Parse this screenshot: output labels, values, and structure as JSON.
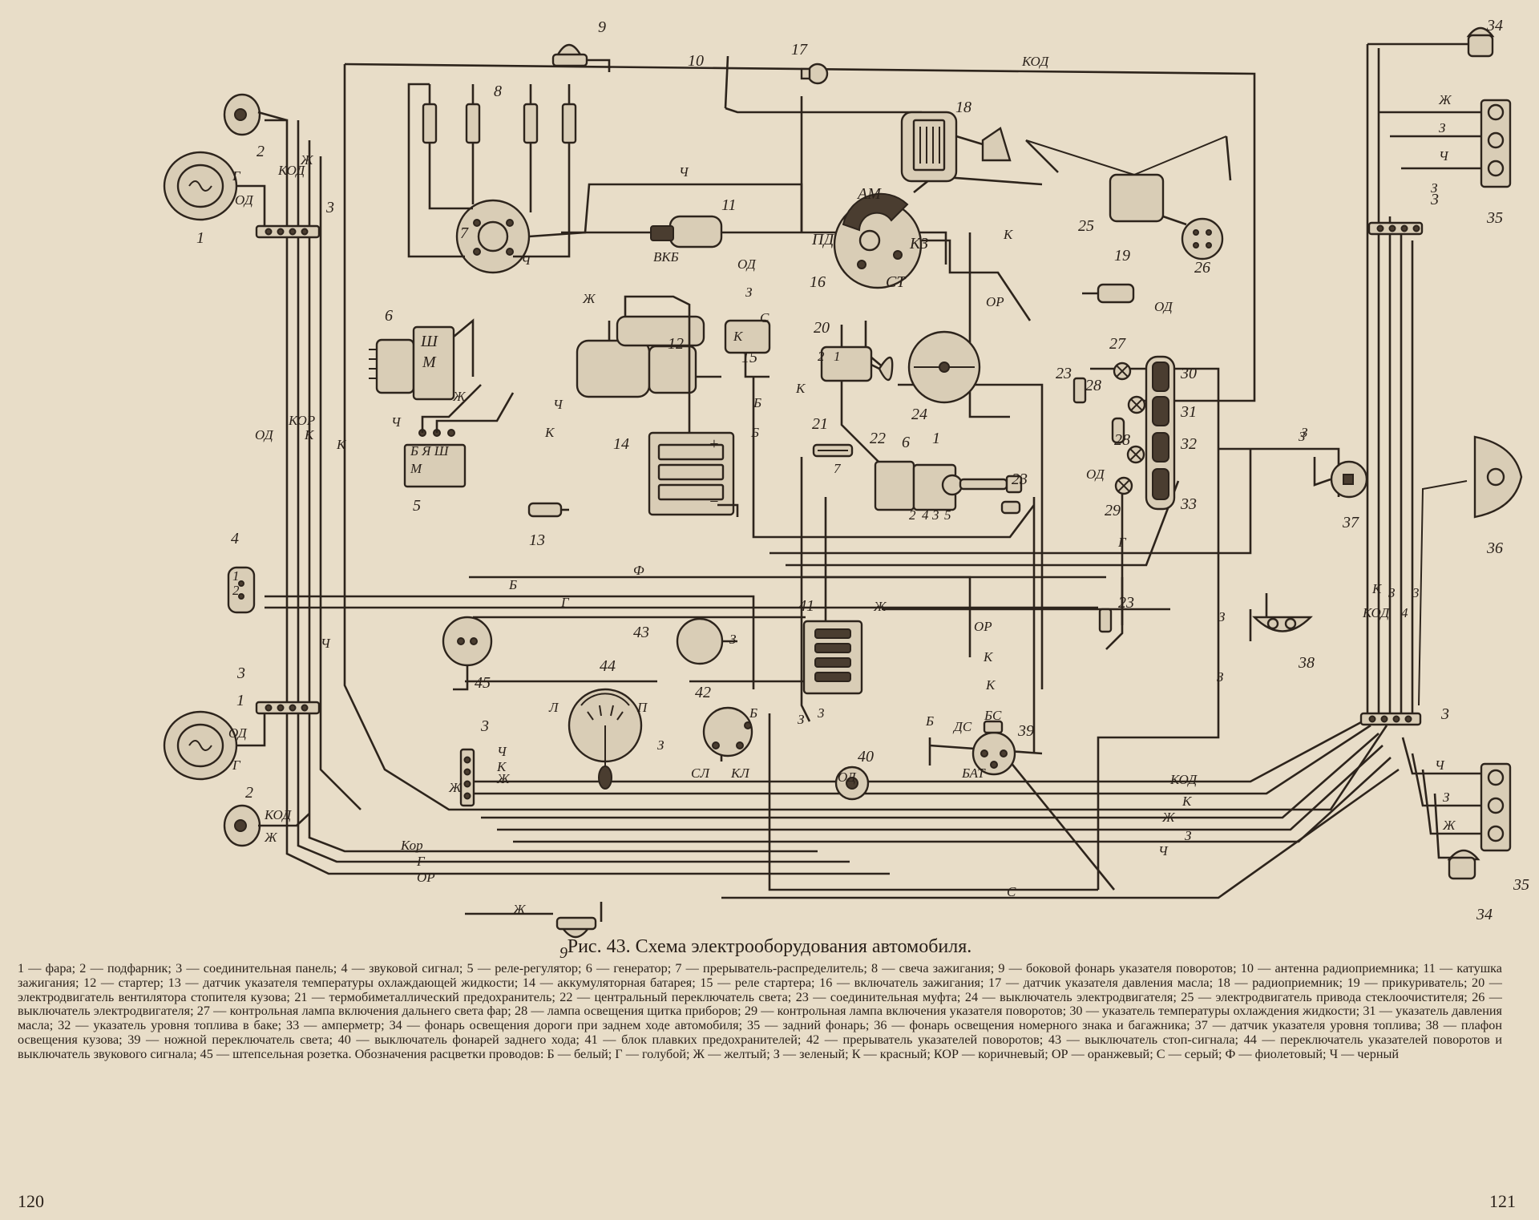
{
  "figure": {
    "caption": "Рис. 43. Схема электрооборудования автомобиля.",
    "legend": "1 — фара; 2 — подфарник; 3 — соединительная панель; 4 — звуковой сигнал; 5 — реле-регулятор; 6 — генератор; 7 — прерыватель-распределитель; 8 — свеча зажигания; 9 — боковой фонарь указателя поворотов; 10 — антенна радиоприемника; 11 — катушка зажигания; 12 — стартер; 13 — датчик указателя температуры охлаждающей жидкости; 14 — аккумуляторная батарея; 15 — реле стартера; 16 — включатель зажигания; 17 — датчик указателя давления масла; 18 — радиоприемник; 19 — прикуриватель; 20 — электродвигатель вентилятора стопителя кузова; 21 — термобиметаллический предохранитель; 22 — центральный переключатель света; 23 — соединительная муфта; 24 — выключатель электродвигателя; 25 — электродвигатель привода стеклоочистителя; 26 — выключатель электродвигателя; 27 — контрольная лампа включения дальнего света фар; 28 — лампа освещения щитка приборов; 29 — контрольная лампа включения указателя поворотов; 30 — указатель температуры охлаждения жидкости; 31 — указатель давления масла; 32 — указатель уровня топлива в баке; 33 — амперметр; 34 — фонарь освещения дороги при заднем ходе автомобиля; 35 — задний фонарь; 36 — фонарь освещения номерного знака и багажника; 37 — датчик указателя уровня топлива; 38 — плафон освещения кузова; 39 — ножной переключатель света; 40 — выключатель фонарей заднего хода; 41 — блок плавких предохранителей; 42 — прерыватель указателей поворотов; 43 — выключатель стоп-сигнала; 44 — переключатель указателей поворотов и выключатель звукового сигнала; 45 — штепсельная розетка. Обозначения расцветки проводов: Б — белый; Г — голубой; Ж — желтый; З — зеленый; К — красный; КОР — коричневый; ОР — оранжевый; С — серый; Ф — фиолетовый; Ч — черный",
    "page_left": "120",
    "page_right": "121"
  },
  "components": [
    {
      "number": "1",
      "name": "фара"
    },
    {
      "number": "2",
      "name": "подфарник"
    },
    {
      "number": "3",
      "name": "соединительная панель"
    },
    {
      "number": "4",
      "name": "звуковой сигнал"
    },
    {
      "number": "5",
      "name": "реле-регулятор"
    },
    {
      "number": "6",
      "name": "генератор"
    },
    {
      "number": "7",
      "name": "прерыватель-распределитель"
    },
    {
      "number": "8",
      "name": "свеча зажигания"
    },
    {
      "number": "9",
      "name": "боковой фонарь указателя поворотов"
    },
    {
      "number": "10",
      "name": "антенна радиоприемника"
    },
    {
      "number": "11",
      "name": "катушка зажигания"
    },
    {
      "number": "12",
      "name": "стартер"
    },
    {
      "number": "13",
      "name": "датчик указателя температуры охлаждающей жидкости"
    },
    {
      "number": "14",
      "name": "аккумуляторная батарея"
    },
    {
      "number": "15",
      "name": "реле стартера"
    },
    {
      "number": "16",
      "name": "включатель зажигания"
    },
    {
      "number": "17",
      "name": "датчик указателя давления масла"
    },
    {
      "number": "18",
      "name": "радиоприемник"
    },
    {
      "number": "19",
      "name": "прикуриватель"
    },
    {
      "number": "20",
      "name": "электродвигатель вентилятора стопителя кузова"
    },
    {
      "number": "21",
      "name": "термобиметаллический предохранитель"
    },
    {
      "number": "22",
      "name": "центральный переключатель света"
    },
    {
      "number": "23",
      "name": "соединительная муфта"
    },
    {
      "number": "24",
      "name": "выключатель электродвигателя"
    },
    {
      "number": "25",
      "name": "электродвигатель привода стеклоочистителя"
    },
    {
      "number": "26",
      "name": "выключатель электродвигателя"
    },
    {
      "number": "27",
      "name": "контрольная лампа включения дальнего света фар"
    },
    {
      "number": "28",
      "name": "лампа освещения щитка приборов"
    },
    {
      "number": "29",
      "name": "контрольная лампа включения указателя поворотов"
    },
    {
      "number": "30",
      "name": "указатель температуры охлаждения жидкости"
    },
    {
      "number": "31",
      "name": "указатель давления масла"
    },
    {
      "number": "32",
      "name": "указатель уровня топлива в баке"
    },
    {
      "number": "33",
      "name": "амперметр"
    },
    {
      "number": "34",
      "name": "фонарь освещения дороги при заднем ходе автомобиля"
    },
    {
      "number": "35",
      "name": "задний фонарь"
    },
    {
      "number": "36",
      "name": "фонарь освещения номерного знака и багажника"
    },
    {
      "number": "37",
      "name": "датчик указателя уровня топлива"
    },
    {
      "number": "38",
      "name": "плафон освещения кузова"
    },
    {
      "number": "39",
      "name": "ножной переключатель света"
    },
    {
      "number": "40",
      "name": "выключатель фонарей заднего хода"
    },
    {
      "number": "41",
      "name": "блок плавких предохранителей"
    },
    {
      "number": "42",
      "name": "прерыватель указателей поворотов"
    },
    {
      "number": "43",
      "name": "выключатель стоп-сигнала"
    },
    {
      "number": "44",
      "name": "переключатель указателей поворотов и выключатель звукового сигнала"
    },
    {
      "number": "45",
      "name": "штепсельная розетка"
    }
  ],
  "terminal_labels": {
    "am": "АМ",
    "pd": "ПД",
    "kz": "КЗ",
    "st": "СТ",
    "vkb": "ВКБ",
    "sh": "Ш",
    "m": "М",
    "bya": "Б Я Ш",
    "m1": "М",
    "plus": "+",
    "minus": "−",
    "k15": "К",
    "s15": "С",
    "l44": "Л",
    "p44": "П",
    "sl": "СЛ",
    "kl": "КЛ",
    "b42": "Б",
    "ds": "ДС",
    "bs": "БС",
    "bat": "БАТ",
    "n1": "1",
    "n2": "2",
    "n3": "3",
    "n4": "4",
    "n5": "5",
    "n6": "6",
    "n7": "7"
  },
  "wire_labels": {
    "kod_top": "КОД",
    "od_top": "ОД",
    "or_a": "ОР",
    "or_b": "ОР",
    "k_a": "К",
    "k_b": "К",
    "ch_a": "Ч",
    "ch_b": "Ч",
    "ch_c": "Ч",
    "zh_a": "Ж",
    "zh_b": "Ж",
    "zh_c": "Ж",
    "kod_l1": "КОД",
    "zh_l1": "Ж",
    "g_l1": "Г",
    "od_l1": "ОД",
    "od_left": "ОД",
    "kor_left": "КОР",
    "k_left": "К",
    "b_a": "Б",
    "b_b": "Б",
    "b_c": "Б",
    "g_mid": "Г",
    "f_mid": "Ф",
    "or_mid": "ОР",
    "k_mid": "К",
    "z_a": "З",
    "z_b": "З",
    "z_c": "З",
    "k_lw": "К",
    "zh_lw": "Ж",
    "ch_lw": "Ч",
    "od_lw": "ОД",
    "g_lw": "Г",
    "kod_lw": "КОД",
    "kor_bottom": "Кор",
    "g_bottom": "Г",
    "or_bottom": "ОР",
    "zh_bottom": "Ж",
    "kod_b": "КОД",
    "k_b2": "К",
    "zh_b2": "Ж",
    "z_b2": "З",
    "ch_b2": "Ч",
    "s_b": "С",
    "or_r": "ОР",
    "od_r": "ОД",
    "g_r": "Г",
    "k_r": "К",
    "z_r": "З",
    "kod_rv": "КОД",
    "k_rv": "К",
    "z_rv": "З",
    "ch_rv": "4",
    "z_rv2": "3",
    "zh_rt": "Ж",
    "z_rt1": "З",
    "ch_rt": "Ч",
    "z_rt2": "З",
    "ch_rb": "Ч",
    "z_rb": "З",
    "zh_rb": "Ж",
    "od_40": "ОД",
    "z_36": "З",
    "z_38": "З"
  }
}
